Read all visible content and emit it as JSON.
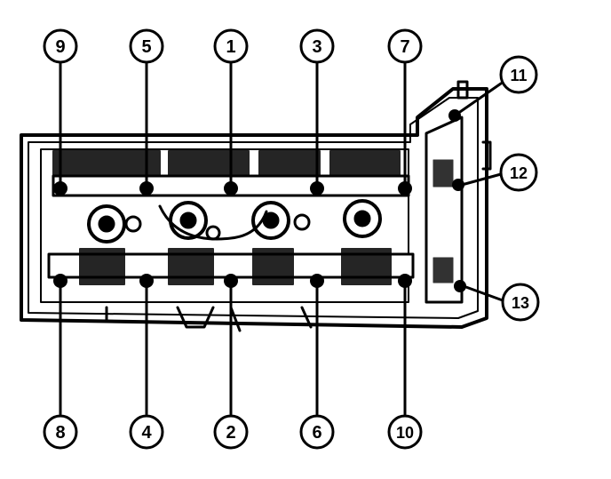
{
  "diagram": {
    "callouts": [
      {
        "label": "9"
      },
      {
        "label": "5"
      },
      {
        "label": "1"
      },
      {
        "label": "3"
      },
      {
        "label": "7"
      },
      {
        "label": "8"
      },
      {
        "label": "4"
      },
      {
        "label": "2"
      },
      {
        "label": "6"
      },
      {
        "label": "10"
      },
      {
        "label": "11"
      },
      {
        "label": "12"
      },
      {
        "label": "13"
      }
    ]
  }
}
